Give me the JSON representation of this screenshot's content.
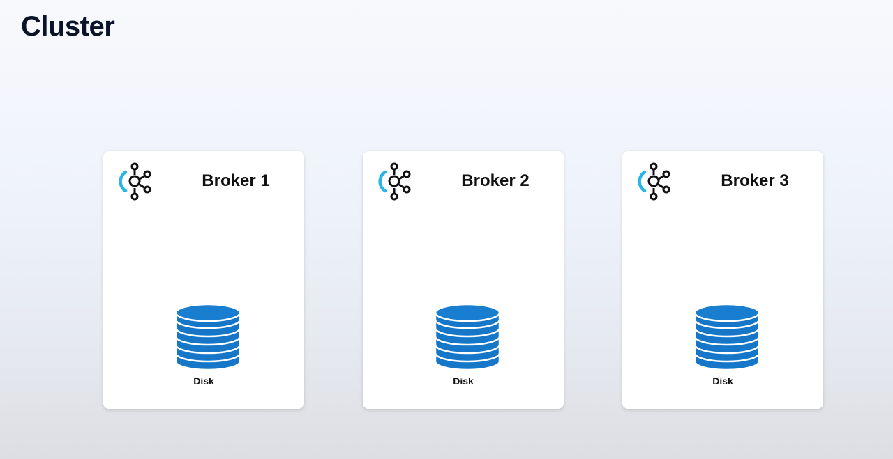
{
  "title": "Cluster",
  "brokers": [
    {
      "name": "Broker 1",
      "disk_label": "Disk"
    },
    {
      "name": "Broker 2",
      "disk_label": "Disk"
    },
    {
      "name": "Broker 3",
      "disk_label": "Disk"
    }
  ],
  "icons": {
    "logo": "kafka-logo-icon",
    "disk": "database-disk-icon"
  },
  "colors": {
    "logo_arc": "#29b6e6",
    "logo_stroke": "#111111",
    "disk_fill": "#1677c9",
    "disk_top": "#1a7ed0",
    "title": "#0a1428"
  }
}
